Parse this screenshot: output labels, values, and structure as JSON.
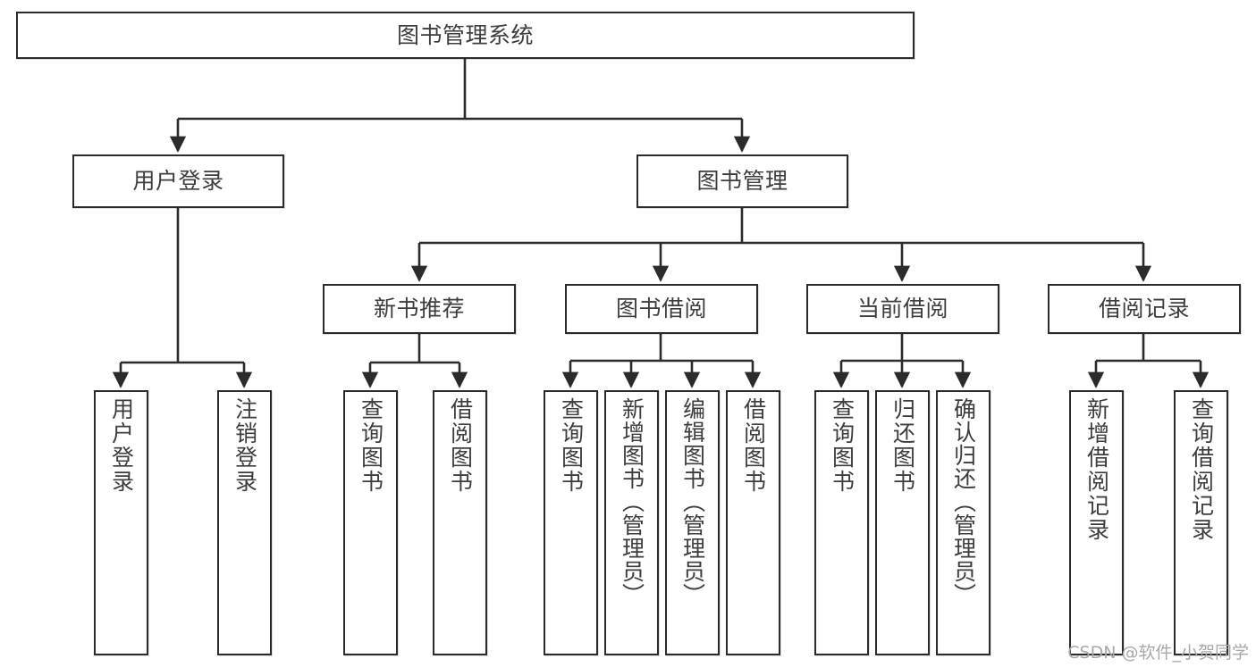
{
  "diagram": {
    "title": "图书管理系统",
    "type": "functional-structure-tree",
    "watermark": "CSDN @软件_小贺同学",
    "colors": {
      "border": "#2b2b2b",
      "text": "#3d3d3d",
      "background": "#ffffff",
      "edge": "#2b2b2b",
      "watermark": "#a9a9a9"
    },
    "root": {
      "id": "root",
      "label": "图书管理系统"
    },
    "level1": [
      {
        "id": "user-login",
        "label": "用户登录"
      },
      {
        "id": "book-management",
        "label": "图书管理"
      }
    ],
    "level2": [
      {
        "id": "new-book-recommend",
        "label": "新书推荐",
        "parent": "book-management"
      },
      {
        "id": "book-borrow",
        "label": "图书借阅",
        "parent": "book-management"
      },
      {
        "id": "current-borrow",
        "label": "当前借阅",
        "parent": "book-management"
      },
      {
        "id": "borrow-record",
        "label": "借阅记录",
        "parent": "book-management"
      }
    ],
    "leaves": {
      "user-login": [
        {
          "id": "leaf-user-login",
          "label": "用户登录"
        },
        {
          "id": "leaf-logout-login",
          "label": "注销登录"
        }
      ],
      "new-book-recommend": [
        {
          "id": "leaf-query-book-1",
          "label": "查询图书"
        },
        {
          "id": "leaf-borrow-book-1",
          "label": "借阅图书"
        }
      ],
      "book-borrow": [
        {
          "id": "leaf-query-book-2",
          "label": "查询图书"
        },
        {
          "id": "leaf-add-book",
          "label": "新增图书（管理员）"
        },
        {
          "id": "leaf-edit-book",
          "label": "编辑图书（管理员）"
        },
        {
          "id": "leaf-borrow-book-2",
          "label": "借阅图书"
        }
      ],
      "current-borrow": [
        {
          "id": "leaf-query-book-3",
          "label": "查询图书"
        },
        {
          "id": "leaf-return-book",
          "label": "归还图书"
        },
        {
          "id": "leaf-confirm-return",
          "label": "确认归还（管理员）"
        }
      ],
      "borrow-record": [
        {
          "id": "leaf-add-record",
          "label": "新增借阅记录"
        },
        {
          "id": "leaf-query-record",
          "label": "查询借阅记录"
        }
      ]
    }
  }
}
